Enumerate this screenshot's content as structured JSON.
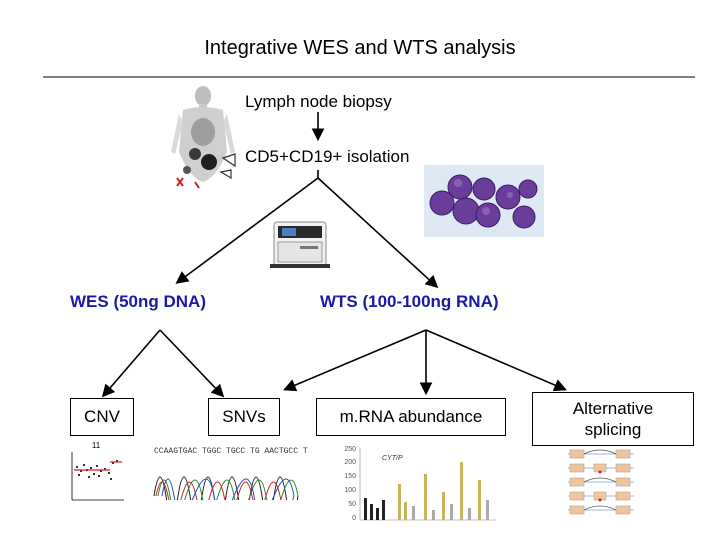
{
  "title": "Integrative WES and WTS analysis",
  "steps": {
    "biopsy": "Lymph node biopsy",
    "isolation": "CD5+CD19+ isolation"
  },
  "branches": {
    "wes": "WES (50ng DNA)",
    "wts": "WTS  (100-100ng RNA)"
  },
  "outputs": {
    "cnv": "CNV",
    "snvs": "SNVs",
    "mrna": "m.RNA abundance",
    "splicing": "Alternative splicing"
  },
  "thumbnails": {
    "cnv_label": "11",
    "bar_label": "CYT/P",
    "bar_y_ticks": [
      "250",
      "200",
      "150",
      "100",
      "50",
      "0"
    ],
    "seq_text": "CCAAGTGAC TGGC TGCC TG AACTGCC TG"
  },
  "colors": {
    "wes_wts_text": "#1a1aa8",
    "cells": "#6a3d9a"
  }
}
